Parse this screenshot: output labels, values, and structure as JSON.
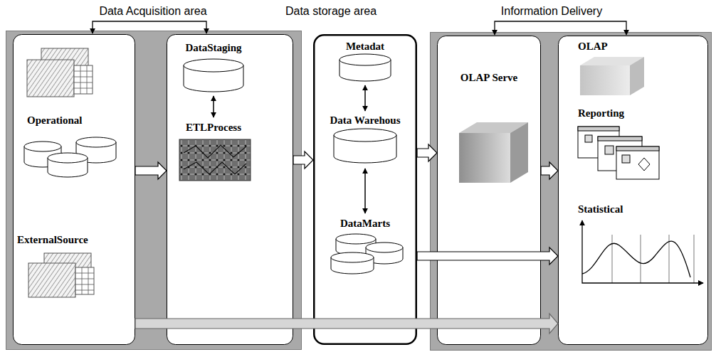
{
  "diagram": {
    "nodes": [
      {
        "text": [
          "Data Acquisition area"
        ]
      },
      {
        "text": [
          "Operational",
          "ExternalSource"
        ],
        "in": 0
      },
      {
        "text": [
          "DataStaging",
          "ETLProcess"
        ],
        "in": 0
      },
      {
        "text": [
          "Data storage area",
          "Metadat",
          "Data Warehous",
          "DataMarts"
        ]
      },
      {
        "text": [
          "Information Delivery"
        ]
      },
      {
        "text": [
          "OLAP Serve"
        ],
        "in": 4
      },
      {
        "text": [
          "OLAP",
          "Reporting",
          "Statistical"
        ],
        "in": 4
      }
    ],
    "edges": [
      {
        "from": 1,
        "to": 2,
        "arrow": "to"
      },
      {
        "from": 2,
        "to": 3,
        "arrow": "to"
      },
      {
        "from": 3,
        "to": 5,
        "arrow": "to"
      },
      {
        "from": 5,
        "to": 6,
        "arrow": "to"
      },
      {
        "from": 3,
        "to": 6,
        "arrow": "to"
      },
      {
        "from": 1,
        "to": 6,
        "arrow": "to"
      }
    ]
  }
}
